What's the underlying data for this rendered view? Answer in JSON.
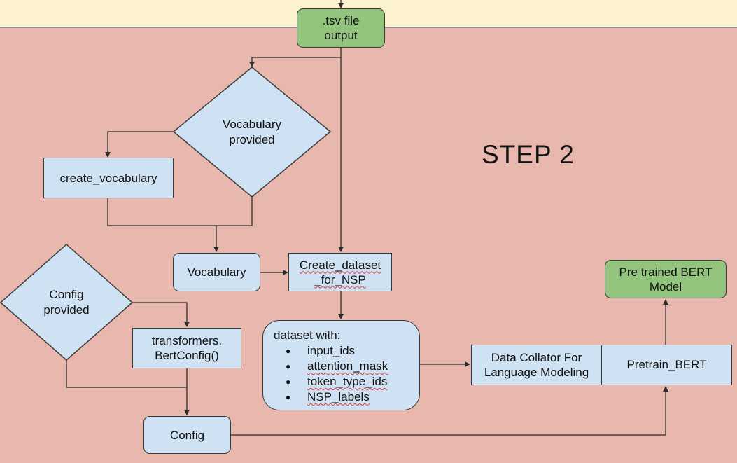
{
  "step": {
    "label": "STEP 2"
  },
  "nodes": {
    "tsv_output": {
      "line1": ".tsv file",
      "line2": "output"
    },
    "vocabulary_provided": {
      "line1": "Vocabulary",
      "line2": "provided"
    },
    "create_vocabulary": {
      "label": "create_vocabulary"
    },
    "vocabulary": {
      "label": "Vocabulary"
    },
    "create_dataset": {
      "line1": "Create_dataset",
      "line2": "_for_NSP"
    },
    "config_provided": {
      "line1": "Config",
      "line2": "provided"
    },
    "bert_config": {
      "line1": "transformers.",
      "line2": "BertConfig()"
    },
    "config": {
      "label": "Config"
    },
    "dataset": {
      "title": "dataset with:",
      "items": [
        "input_ids",
        "attention_mask",
        "token_type_ids",
        "NSP_labels"
      ]
    },
    "data_collator": {
      "line1": "Data Collator For",
      "line2": "Language Modeling"
    },
    "pretrain_bert": {
      "label": "Pretrain_BERT"
    },
    "pretrained_model": {
      "line1": "Pre trained BERT",
      "line2": "Model"
    }
  },
  "colors": {
    "top_band": "#fdf2cf",
    "step_background": "#e8b7ae",
    "process_fill": "#cfe2f3",
    "terminal_fill": "#93c47d",
    "line": "#2b2b2b"
  }
}
